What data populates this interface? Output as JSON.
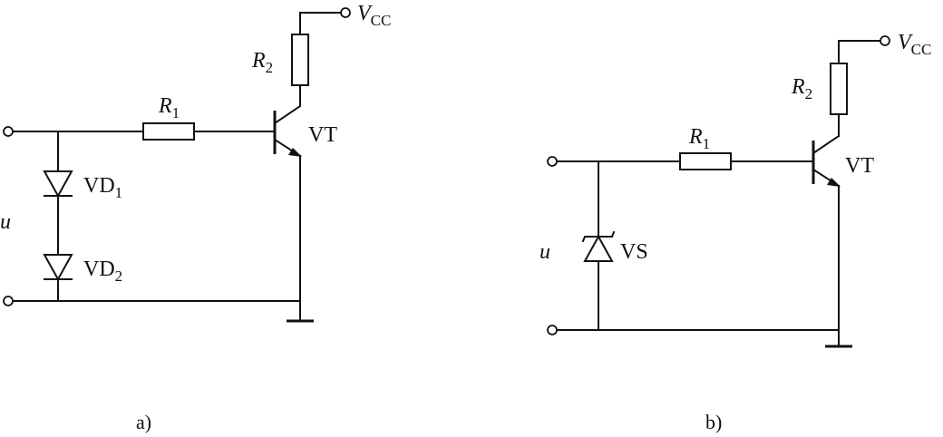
{
  "circuit_a": {
    "input_label": "u",
    "r1": {
      "main": "R",
      "sub": "1"
    },
    "r2": {
      "main": "R",
      "sub": "2"
    },
    "vcc": {
      "main": "V",
      "sub": "CC"
    },
    "transistor": "VT",
    "diode1": {
      "main": "VD",
      "sub": "1"
    },
    "diode2": {
      "main": "VD",
      "sub": "2"
    },
    "caption": "a)"
  },
  "circuit_b": {
    "input_label": "u",
    "r1": {
      "main": "R",
      "sub": "1"
    },
    "r2": {
      "main": "R",
      "sub": "2"
    },
    "vcc": {
      "main": "V",
      "sub": "CC"
    },
    "transistor": "VT",
    "zener": "VS",
    "caption": "b)"
  }
}
